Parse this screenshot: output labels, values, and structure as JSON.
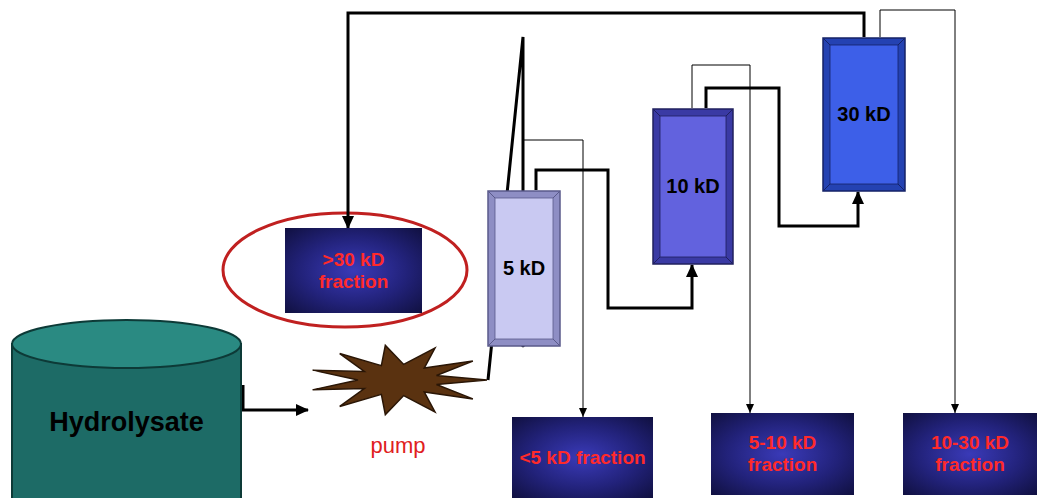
{
  "diagram": {
    "nodes": [
      {
        "text": [
          "Hydrolysate"
        ]
      },
      {
        "text": [
          "pump"
        ]
      },
      {
        "text": [
          "5 kD"
        ]
      },
      {
        "text": [
          "10 kD"
        ]
      },
      {
        "text": [
          "30 kD"
        ]
      },
      {
        "text": [
          ">30 kD fraction"
        ]
      },
      {
        "text": [
          "<5 kD fraction"
        ]
      },
      {
        "text": [
          "5-10 kD fraction"
        ]
      },
      {
        "text": [
          "10-30 kD fraction"
        ]
      }
    ],
    "edges": [
      {
        "from": 0,
        "to": 1,
        "arrow": "to"
      },
      {
        "from": 1,
        "to": 2,
        "arrow": "to"
      },
      {
        "from": 2,
        "to": 3,
        "arrow": "to"
      },
      {
        "from": 3,
        "to": 4,
        "arrow": "to"
      },
      {
        "from": 4,
        "to": 5,
        "arrow": "to"
      },
      {
        "from": 2,
        "to": 6,
        "arrow": "to"
      },
      {
        "from": 3,
        "to": 7,
        "arrow": "to"
      },
      {
        "from": 4,
        "to": 8,
        "arrow": "to"
      }
    ]
  }
}
